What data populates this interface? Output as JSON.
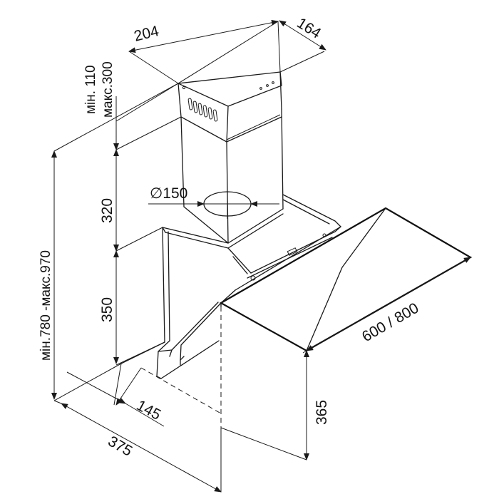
{
  "dimensions": {
    "duct_width": "204",
    "duct_depth": "164",
    "duct_min_max": [
      "мін. 110",
      "макс.300"
    ],
    "duct_lower_height": "320",
    "outlet_diameter": "∅150",
    "body_height": "350",
    "total_height": "мін.780 -макс.970",
    "depth_offset": "145",
    "depth_total": "375",
    "width": "600 / 800",
    "glass_height": "365"
  },
  "colors": {
    "line": "#1a1a1a",
    "background": "#ffffff"
  }
}
